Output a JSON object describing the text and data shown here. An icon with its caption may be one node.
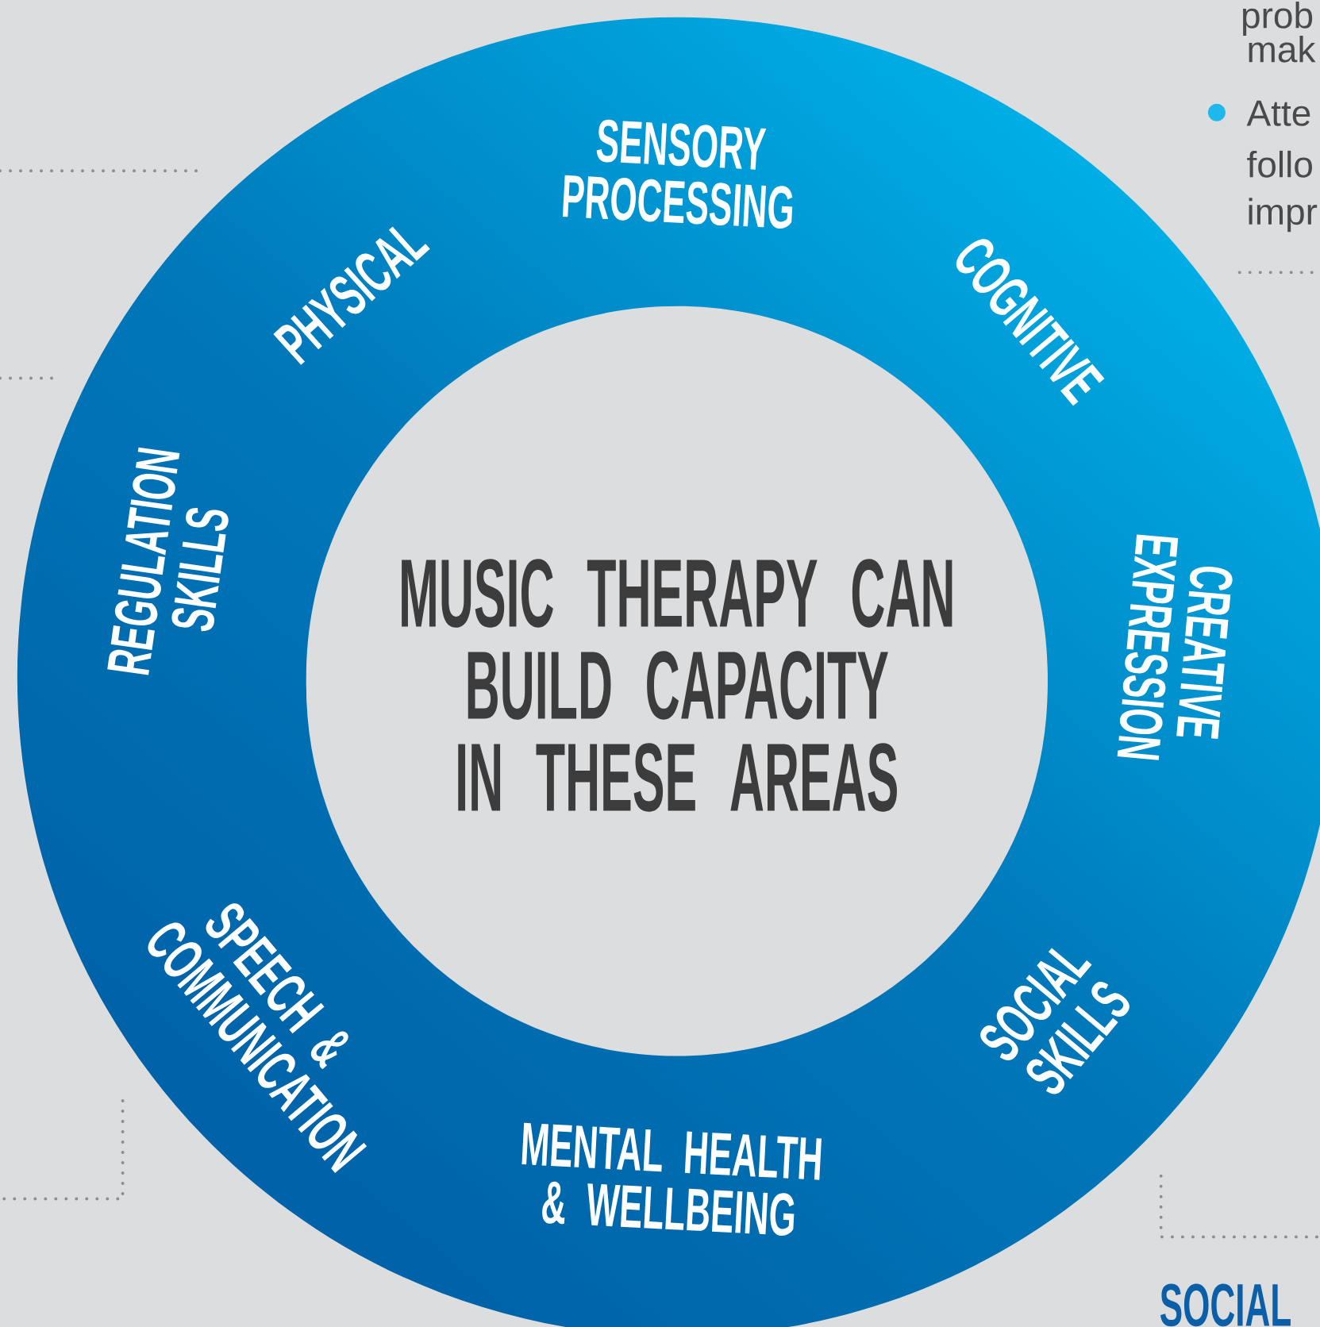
{
  "diagram": {
    "nodes": [
      {
        "text": [
          "MUSIC THERAPY CAN BUILD CAPACITY IN THESE AREAS"
        ]
      }
    ],
    "labels": [
      "prob",
      "mak",
      "Atte",
      "follo",
      "impr",
      "SENSORY PROCESSING",
      "PHYSICAL",
      "COGNITIVE",
      "REGULATION SKILLS",
      "CREATIVE EXPRESSION",
      "SPEECH & COMMUNICATION",
      "SOCIAL SKILLS",
      "MENTAL HEALTH & WELLBEING",
      "SOCIAL"
    ]
  }
}
